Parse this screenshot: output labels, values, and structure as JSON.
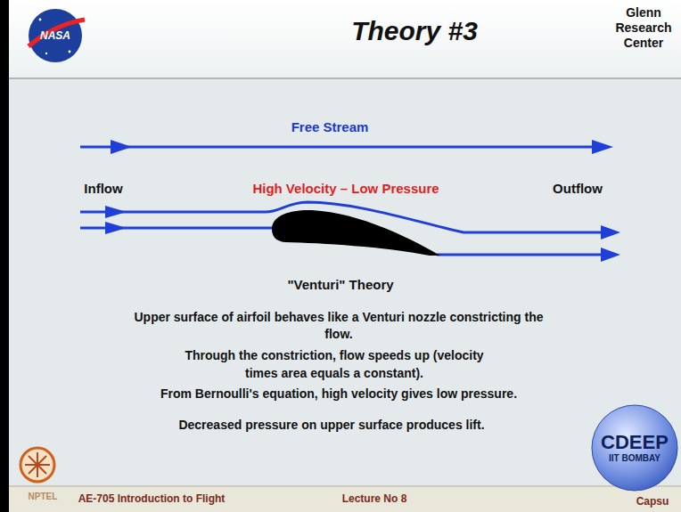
{
  "diagram": {
    "title": "Theory #3",
    "nodes": [
      {
        "text": [
          "CDEEP",
          "IIT BOMBAY"
        ]
      }
    ],
    "labels": [
      "NASA",
      "Glenn Research Center",
      "Free Stream",
      "Inflow",
      "High Velocity – Low Pressure",
      "Outflow",
      "\"Venturi\" Theory",
      "Upper surface of airfoil behaves like a Venturi nozzle constricting the flow.",
      "Through the constriction, flow speeds up (velocity times area equals a constant).",
      "From Bernoulli's equation, high velocity gives low pressure.",
      "Decreased pressure on upper surface produces lift.",
      "AE-705 Introduction to Flight",
      "Lecture No 8",
      "Capsu",
      "NPTEL"
    ]
  }
}
